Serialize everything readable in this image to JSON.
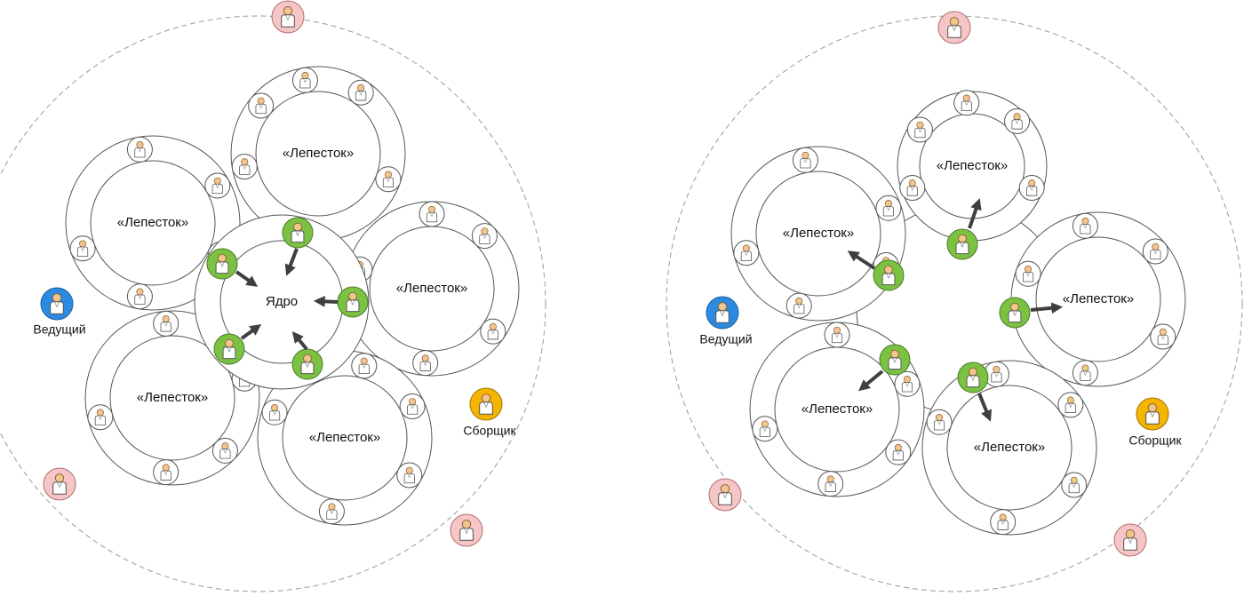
{
  "colors": {
    "member": "#ffffff",
    "active": "#7cc242",
    "leader": "#2a8be0",
    "collector": "#f5b400",
    "outsider": "#f6c5c5"
  },
  "left": {
    "core_label": "Ядро",
    "petal_label": "«Лепесток»",
    "leader_label": "Ведущий",
    "collector_label": "Сборщик"
  },
  "right": {
    "petal_label": "«Лепесток»",
    "leader_label": "Ведущий",
    "collector_label": "Сборщик"
  },
  "icons": {
    "member": "person-icon",
    "active_member": "person-icon",
    "leader": "person-icon",
    "collector": "person-icon",
    "outsider": "person-icon"
  }
}
